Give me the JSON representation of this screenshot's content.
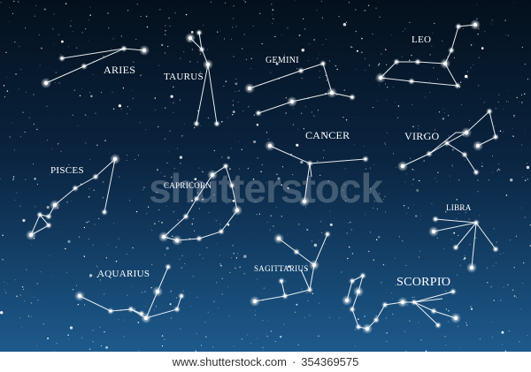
{
  "image": {
    "constellations": [
      "ARIES",
      "TAURUS",
      "GEMINI",
      "LEO",
      "CANCER",
      "VIRGO",
      "PISCES",
      "CAPRICORN",
      "LIBRA",
      "AQUARIUS",
      "SAGITTARIUS",
      "SCORPIO"
    ]
  },
  "watermark": {
    "text": "shutterstock"
  },
  "footer": {
    "url": "www.shutterstock.com",
    "separator": "·",
    "image_id": "354369575"
  }
}
